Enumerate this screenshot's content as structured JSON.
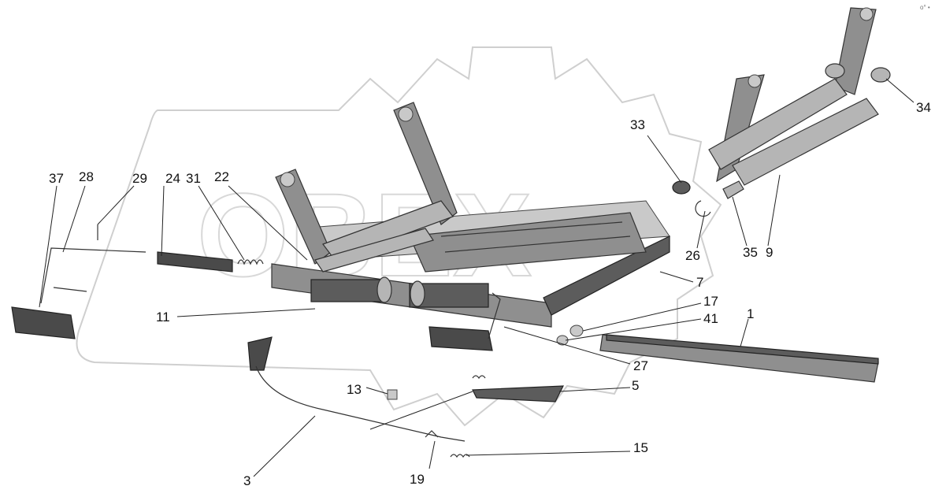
{
  "watermark": {
    "text": "ОВЕХ"
  },
  "corner_mark": "o° •",
  "callouts": [
    {
      "id": "37",
      "label": "37"
    },
    {
      "id": "28",
      "label": "28"
    },
    {
      "id": "29",
      "label": "29"
    },
    {
      "id": "24",
      "label": "24"
    },
    {
      "id": "31",
      "label": "31"
    },
    {
      "id": "22",
      "label": "22"
    },
    {
      "id": "33",
      "label": "33"
    },
    {
      "id": "34",
      "label": "34"
    },
    {
      "id": "26",
      "label": "26"
    },
    {
      "id": "35",
      "label": "35"
    },
    {
      "id": "9",
      "label": "9"
    },
    {
      "id": "7",
      "label": "7"
    },
    {
      "id": "17",
      "label": "17"
    },
    {
      "id": "41",
      "label": "41"
    },
    {
      "id": "1",
      "label": "1"
    },
    {
      "id": "11",
      "label": "11"
    },
    {
      "id": "27",
      "label": "27"
    },
    {
      "id": "13",
      "label": "13"
    },
    {
      "id": "5",
      "label": "5"
    },
    {
      "id": "15",
      "label": "15"
    },
    {
      "id": "3",
      "label": "3"
    },
    {
      "id": "19",
      "label": "19"
    }
  ]
}
